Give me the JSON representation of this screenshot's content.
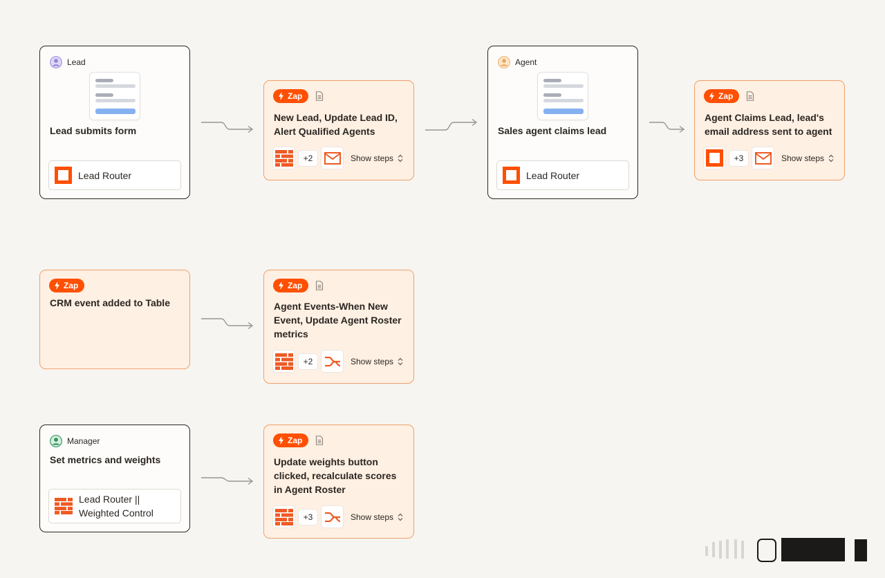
{
  "rows": {
    "lead": {
      "role": "Lead",
      "title": "Lead submits form",
      "app": "Lead Router",
      "zap": {
        "badge": "Zap",
        "title": "New Lead, Update Lead ID, Alert Qualified Agents",
        "extra": "+2",
        "show_steps": "Show steps"
      }
    },
    "agent": {
      "role": "Agent",
      "title": "Sales agent claims lead",
      "app": "Lead Router",
      "zap": {
        "badge": "Zap",
        "title": "Agent Claims Lead, lead's email address sent to agent",
        "extra": "+3",
        "show_steps": "Show steps"
      }
    },
    "crm": {
      "badge": "Zap",
      "title": "CRM event added to Table",
      "zap": {
        "badge": "Zap",
        "title": "Agent Events-When New Event, Update Agent Roster metrics",
        "extra": "+2",
        "show_steps": "Show steps"
      }
    },
    "manager": {
      "role": "Manager",
      "title": "Set metrics and weights",
      "app": "Lead Router || Weighted Control",
      "zap": {
        "badge": "Zap",
        "title": "Update weights button clicked, recalculate scores in Agent Roster",
        "extra": "+3",
        "show_steps": "Show steps"
      }
    }
  },
  "icons": {
    "zap_badge": "lightning-bolt-icon",
    "notes": "document-icon",
    "app_lead_router": "lead-router-logo-icon",
    "app_tables": "tables-icon",
    "app_email": "email-icon",
    "app_paths": "paths-icon",
    "toggle": "chevron-up-down-icon"
  },
  "colors": {
    "accent": "#ff4f00",
    "zap_bg": "#fef0e3",
    "zap_border": "#f0a06c",
    "canvas": "#f7f5f1"
  }
}
